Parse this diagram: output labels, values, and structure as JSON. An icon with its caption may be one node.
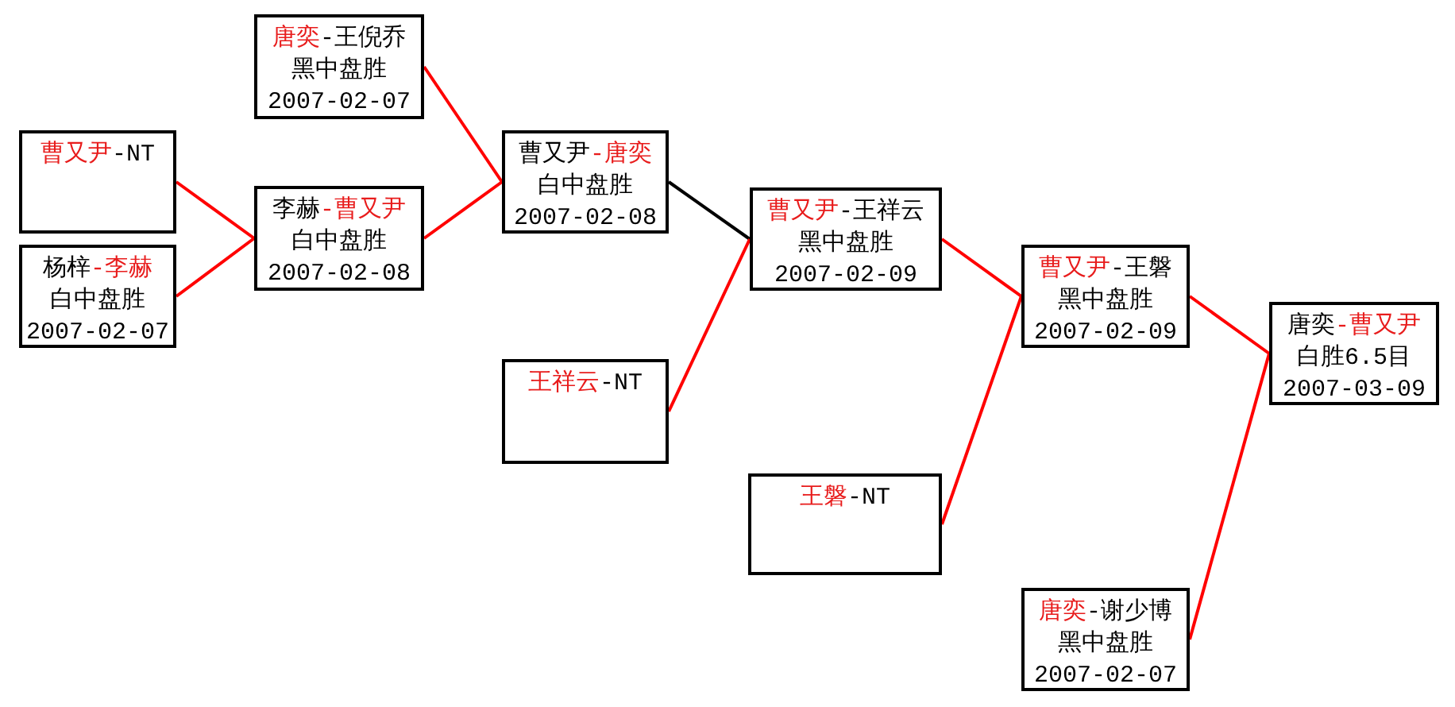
{
  "diagram": {
    "nodes": [
      {
        "text": [
          "曹又尹-NT"
        ]
      },
      {
        "text": [
          "杨梓-李赫",
          "白中盘胜",
          "2007-02-07"
        ]
      },
      {
        "text": [
          "唐奕-王倪乔",
          "黑中盘胜",
          "2007-02-07"
        ]
      },
      {
        "text": [
          "李赫-曹又尹",
          "白中盘胜",
          "2007-02-08"
        ]
      },
      {
        "text": [
          "曹又尹-唐奕",
          "白中盘胜",
          "2007-02-08"
        ]
      },
      {
        "text": [
          "王祥云-NT"
        ]
      },
      {
        "text": [
          "曹又尹-王祥云",
          "黑中盘胜",
          "2007-02-09"
        ]
      },
      {
        "text": [
          "王磐-NT"
        ]
      },
      {
        "text": [
          "曹又尹-王磐",
          "黑中盘胜",
          "2007-02-09"
        ]
      },
      {
        "text": [
          "唐奕-谢少博",
          "黑中盘胜",
          "2007-02-07"
        ]
      },
      {
        "text": [
          "唐奕-曹又尹",
          "白胜6.5目",
          "2007-03-09"
        ]
      }
    ],
    "edges": [
      {
        "from": 0,
        "to": 3,
        "arrow": "none"
      },
      {
        "from": 1,
        "to": 3,
        "arrow": "none"
      },
      {
        "from": 2,
        "to": 4,
        "arrow": "none"
      },
      {
        "from": 3,
        "to": 4,
        "arrow": "none"
      },
      {
        "from": 4,
        "to": 6,
        "arrow": "none",
        "color": "#000000"
      },
      {
        "from": 5,
        "to": 6,
        "arrow": "none"
      },
      {
        "from": 6,
        "to": 8,
        "arrow": "none"
      },
      {
        "from": 7,
        "to": 8,
        "arrow": "none"
      },
      {
        "from": 8,
        "to": 10,
        "arrow": "none"
      },
      {
        "from": 9,
        "to": 10,
        "arrow": "none"
      }
    ]
  }
}
